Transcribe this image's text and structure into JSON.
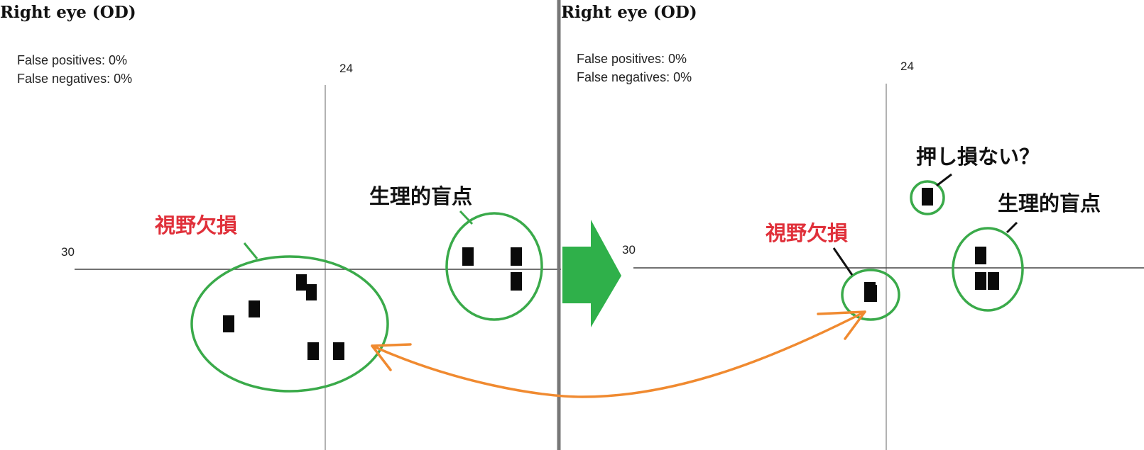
{
  "left_panel": {
    "title": "Right eye (OD)",
    "false_positives": "False positives: 0%",
    "false_negatives": "False negatives: 0%",
    "axis_label_top": "24",
    "axis_label_left": "30",
    "annotation_defect": "視野欠損",
    "annotation_blind_spot": "生理的盲点"
  },
  "right_panel": {
    "title": "Right eye (OD)",
    "false_positives": "False positives: 0%",
    "false_negatives": "False negatives: 0%",
    "axis_label_top": "24",
    "axis_label_left": "30",
    "annotation_defect": "視野欠損",
    "annotation_blind_spot": "生理的盲点",
    "annotation_missed_press": "押し損ない？"
  },
  "colors": {
    "circle": "#3aaa4a",
    "transition_arrow": "#2fb04a",
    "comparison_arrow": "#f08a30",
    "defect_label": "#e0303a",
    "divider": "#777777"
  }
}
